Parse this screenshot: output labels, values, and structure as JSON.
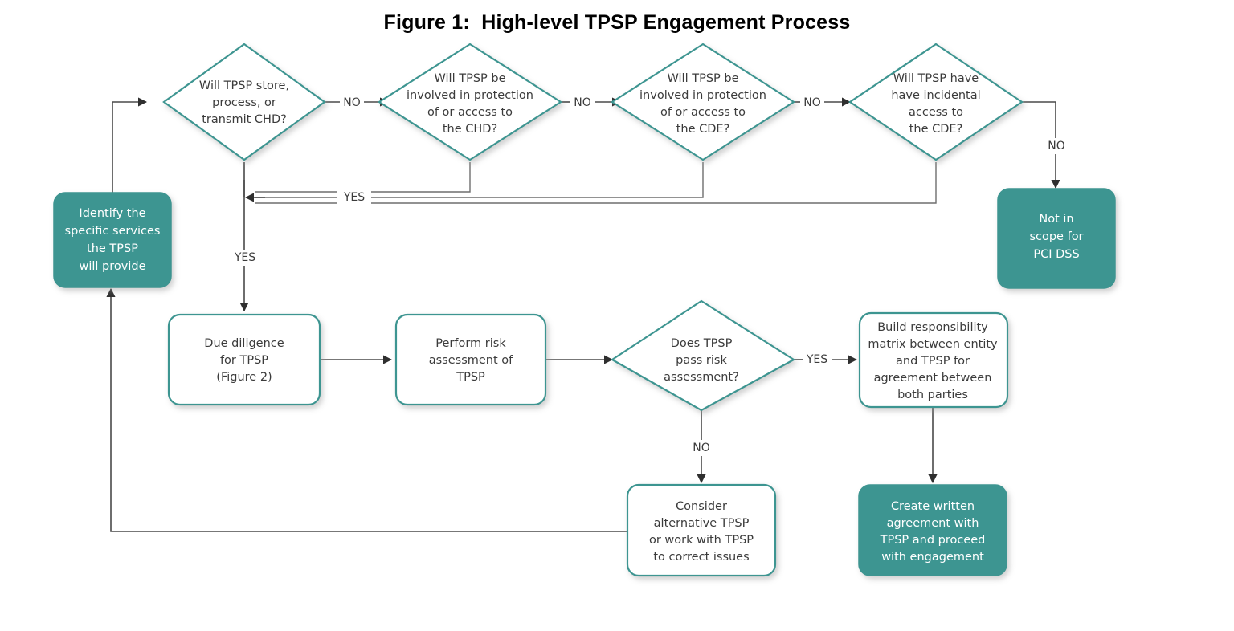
{
  "figure": {
    "title": "Figure 1:  High-level TPSP Engagement Process"
  },
  "colors": {
    "teal": "#3e9591",
    "text_dark": "#3b3b3b",
    "text_white": "#ffffff",
    "connector": "#4a4a4a",
    "background": "#ffffff"
  },
  "nodes": {
    "identify_services": {
      "type": "process-teal",
      "lines": [
        "Identify the",
        "specific services",
        "the TPSP",
        "will provide"
      ]
    },
    "decision_store_process": {
      "type": "decision",
      "lines": [
        "Will TPSP store,",
        "process, or",
        "transmit CHD?"
      ]
    },
    "decision_protect_chd": {
      "type": "decision",
      "lines": [
        "Will TPSP be",
        "involved in protection",
        "of or access to",
        "the CHD?"
      ]
    },
    "decision_protect_cde": {
      "type": "decision",
      "lines": [
        "Will TPSP be",
        "involved in protection",
        "of or access to",
        "the CDE?"
      ]
    },
    "decision_incidental_cde": {
      "type": "decision",
      "lines": [
        "Will TPSP have",
        "have incidental",
        "access to",
        "the CDE?"
      ]
    },
    "not_in_scope": {
      "type": "process-teal",
      "lines": [
        "Not in",
        "scope for",
        "PCI DSS"
      ]
    },
    "due_diligence": {
      "type": "process-white",
      "lines": [
        "Due diligence",
        "for TPSP",
        "(Figure 2)"
      ]
    },
    "perform_risk_assessment": {
      "type": "process-white",
      "lines": [
        "Perform risk",
        "assessment of",
        "TPSP"
      ]
    },
    "decision_pass_risk": {
      "type": "decision",
      "lines": [
        "Does TPSP",
        "pass risk",
        "assessment?"
      ]
    },
    "build_responsibility_matrix": {
      "type": "process-white",
      "lines": [
        "Build responsibility",
        "matrix between entity",
        "and TPSP for",
        "agreement between",
        "both parties"
      ]
    },
    "consider_alternative": {
      "type": "process-white",
      "lines": [
        "Consider",
        "alternative TPSP",
        "or work with TPSP",
        "to correct issues"
      ]
    },
    "create_written_agreement": {
      "type": "process-teal",
      "lines": [
        "Create written",
        "agreement with",
        "TPSP and proceed",
        "with engagement"
      ]
    }
  },
  "edge_labels": {
    "no_1": "NO",
    "no_2": "NO",
    "no_3": "NO",
    "no_4": "NO",
    "no_risk": "NO",
    "yes_store": "YES",
    "yes_merge": "YES",
    "yes_risk": "YES"
  }
}
